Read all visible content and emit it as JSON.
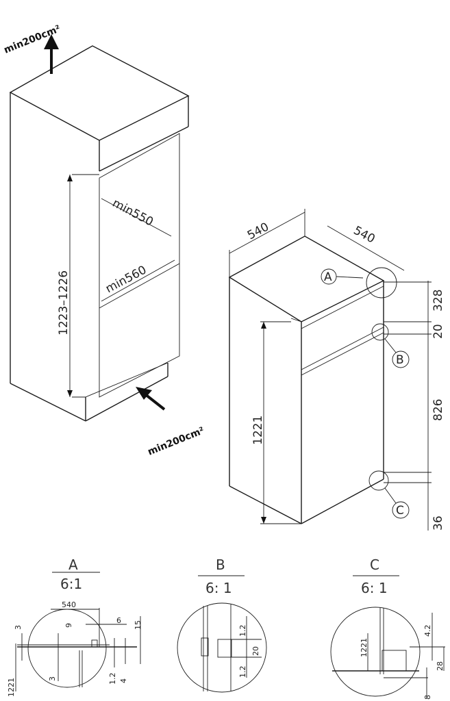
{
  "cabinet": {
    "vent_top": "min200cm²",
    "vent_bottom": "min200cm²",
    "niche_height": "1223–1226",
    "min_depth": "min550",
    "min_width": "min560"
  },
  "appliance": {
    "width": "540",
    "depth": "540",
    "height": "1221",
    "dim_top": "328",
    "dim_gap": "20",
    "dim_middle": "826",
    "dim_bottom": "36",
    "callout_a": "A",
    "callout_b": "B",
    "callout_c": "C"
  },
  "details": [
    {
      "title": "A",
      "scale": "6:1",
      "dims": {
        "d540": "540",
        "d6": "6",
        "d15": "15",
        "d9": "9",
        "d3a": "3",
        "d3b": "3",
        "d1221": "1221",
        "d12": "1.2",
        "d4": "4"
      }
    },
    {
      "title": "B",
      "scale": "6: 1",
      "dims": {
        "d12a": "1.2",
        "d20": "20",
        "d12b": "1.2"
      }
    },
    {
      "title": "C",
      "scale": "6: 1",
      "dims": {
        "d42": "4.2",
        "d1221": "1221",
        "d28": "28",
        "d8": "8"
      }
    }
  ]
}
